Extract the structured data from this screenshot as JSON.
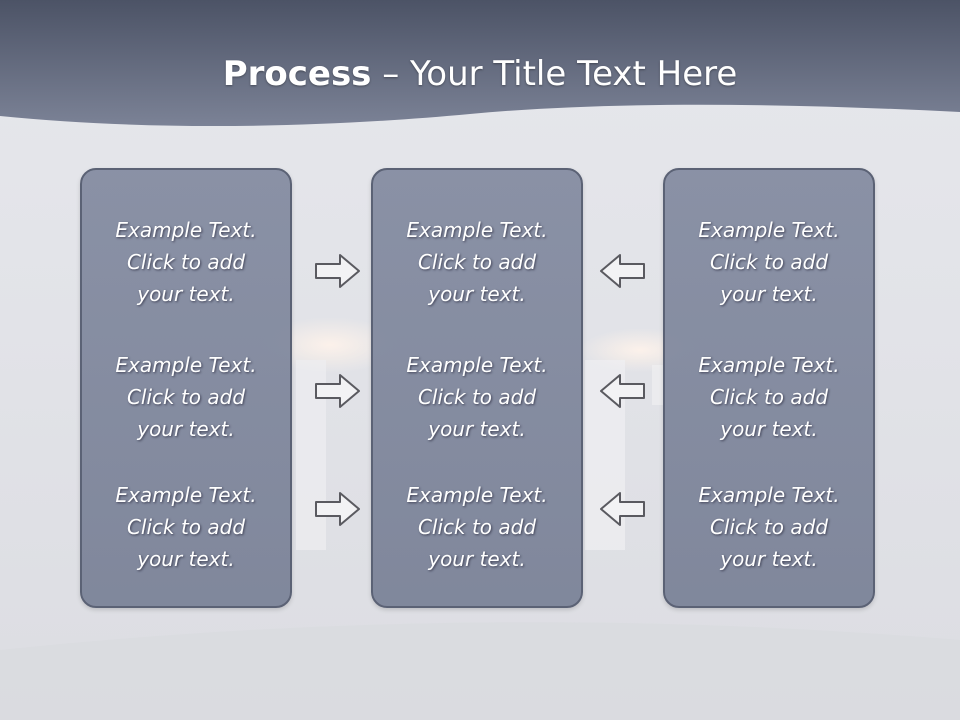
{
  "title": {
    "bold": "Process",
    "rest": " – Your Title Text Here"
  },
  "colors": {
    "header_top": "#4c5366",
    "header_bottom": "#7b8296",
    "panel_fill": "#7e8699",
    "panel_border": "#5b6275",
    "arrow_fill": "#f2f2f4",
    "arrow_stroke": "#5a5a60"
  },
  "panels": [
    {
      "blocks": [
        {
          "line1": "Example Text.",
          "line2": "Click  to add",
          "line3": "your text."
        },
        {
          "line1": "Example Text.",
          "line2": "Click  to add",
          "line3": "your text."
        },
        {
          "line1": "Example Text.",
          "line2": "Click  to add",
          "line3": "your text."
        }
      ]
    },
    {
      "blocks": [
        {
          "line1": "Example Text.",
          "line2": "Click  to add",
          "line3": "your text."
        },
        {
          "line1": "Example Text.",
          "line2": "Click  to add",
          "line3": "your text."
        },
        {
          "line1": "Example Text.",
          "line2": "Click  to add",
          "line3": "your text."
        }
      ]
    },
    {
      "blocks": [
        {
          "line1": "Example Text.",
          "line2": "Click  to add",
          "line3": "your text."
        },
        {
          "line1": "Example Text.",
          "line2": "Click  to add",
          "line3": "your text."
        },
        {
          "line1": "Example Text.",
          "line2": "Click  to add",
          "line3": "your text."
        }
      ]
    }
  ],
  "arrows": {
    "left_group": [
      "right-arrow-icon",
      "right-arrow-icon",
      "right-arrow-icon"
    ],
    "right_group": [
      "left-arrow-icon",
      "left-arrow-icon",
      "left-arrow-icon"
    ]
  }
}
